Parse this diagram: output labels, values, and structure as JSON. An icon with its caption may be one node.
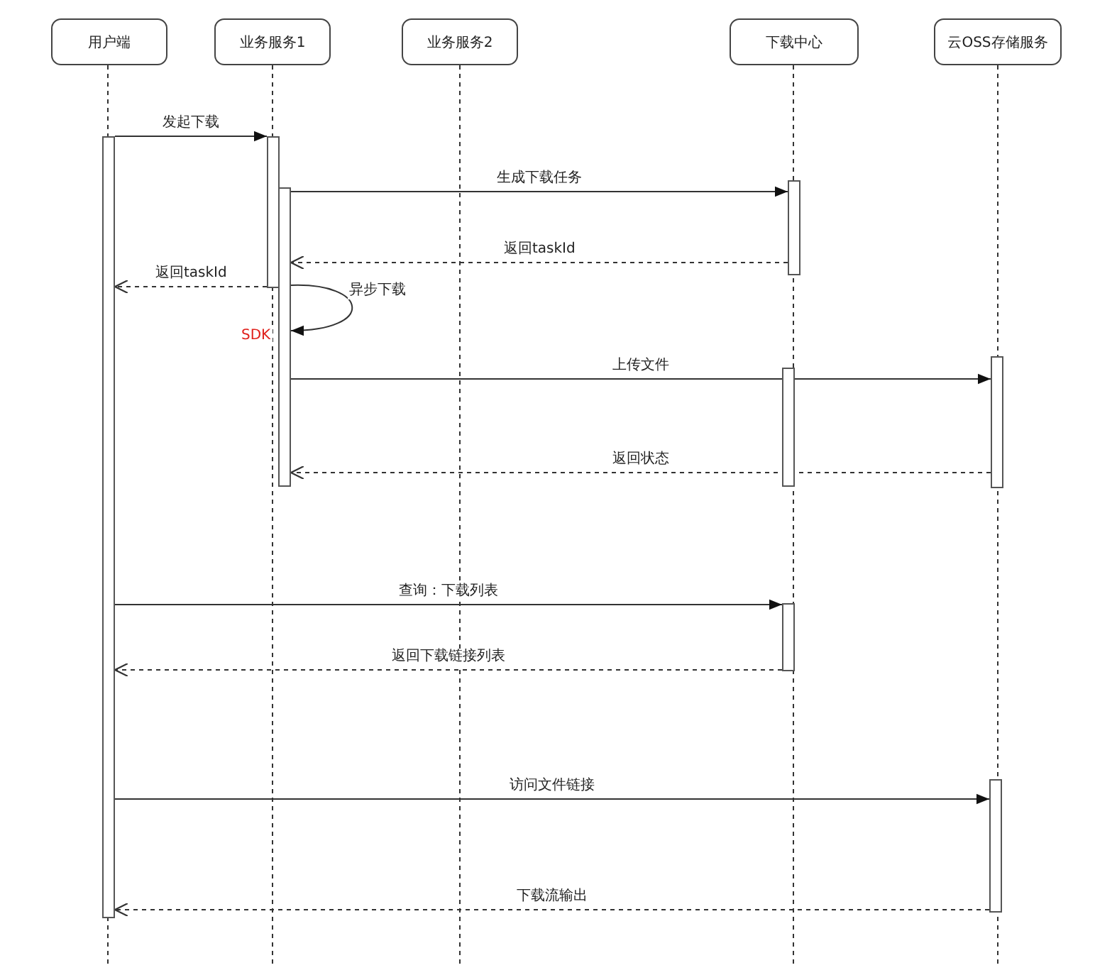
{
  "diagram": {
    "nodes": [
      {
        "text": [
          "用户端"
        ]
      },
      {
        "text": [
          "业务服务1"
        ]
      },
      {
        "text": [
          "业务服务2"
        ]
      },
      {
        "text": [
          "下载中心"
        ]
      },
      {
        "text": [
          "云OSS存储服务"
        ]
      },
      {
        "text": [],
        "shape": "bar"
      },
      {
        "text": [],
        "shape": "bar"
      },
      {
        "text": [],
        "shape": "bar"
      },
      {
        "text": [],
        "shape": "bar"
      },
      {
        "text": [],
        "shape": "bar"
      },
      {
        "text": [],
        "shape": "bar"
      },
      {
        "text": [],
        "shape": "bar"
      },
      {
        "text": [],
        "shape": "bar"
      }
    ],
    "edges": [
      {
        "from": 5,
        "to": 6,
        "arrow": "to",
        "label": "发起下载"
      },
      {
        "from": 7,
        "to": 8,
        "arrow": "to",
        "label": "生成下载任务"
      },
      {
        "from": 8,
        "to": 7,
        "arrow": "to",
        "label": "返回taskId",
        "style": "dashed"
      },
      {
        "from": 6,
        "to": 5,
        "arrow": "to",
        "label": "返回taskId",
        "style": "dashed"
      },
      {
        "from": 7,
        "to": 7,
        "arrow": "to",
        "label": "异步下载"
      },
      {
        "from": 7,
        "to": 10,
        "arrow": "to",
        "label": "上传文件"
      },
      {
        "from": 10,
        "to": 7,
        "arrow": "to",
        "label": "返回状态",
        "style": "dashed"
      },
      {
        "from": 5,
        "to": 11,
        "arrow": "to",
        "label": "查询：下载列表"
      },
      {
        "from": 11,
        "to": 5,
        "arrow": "to",
        "label": "返回下载链接列表",
        "style": "dashed"
      },
      {
        "from": 5,
        "to": 12,
        "arrow": "to",
        "label": "访问文件链接"
      },
      {
        "from": 12,
        "to": 5,
        "arrow": "to",
        "label": "下载流输出",
        "style": "dashed"
      }
    ],
    "labels": [
      "SDK"
    ]
  }
}
